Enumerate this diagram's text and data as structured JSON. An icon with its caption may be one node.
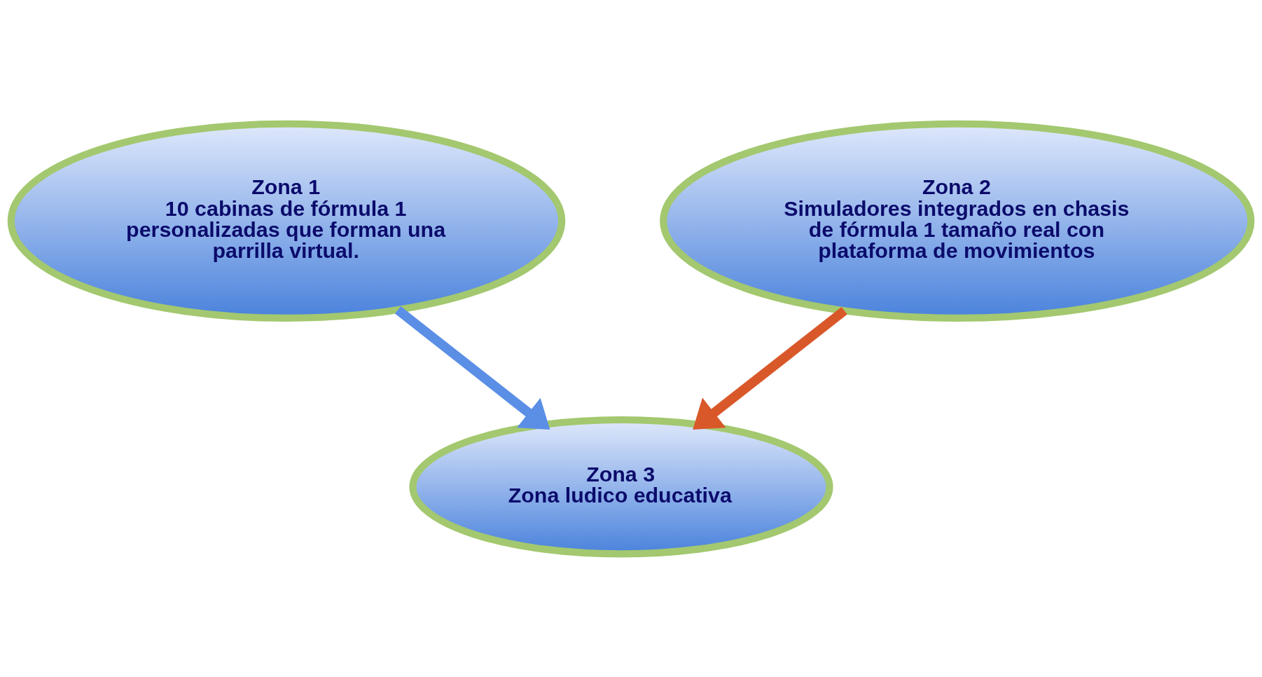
{
  "diagram": {
    "nodes": [
      {
        "text": [
          "Zona 1",
          "10 cabinas de fórmula 1 personalizadas que forman una parrilla virtual."
        ]
      },
      {
        "text": [
          "Zona 2",
          "Simuladores integrados en chasis de fórmula 1 tamaño real con plataforma de movimientos"
        ]
      },
      {
        "text": [
          "Zona 3",
          "Zona ludico educativa"
        ]
      }
    ],
    "edges": [
      {
        "from": 0,
        "to": 2,
        "arrow": "to",
        "color": "#5b8fe6"
      },
      {
        "from": 1,
        "to": 2,
        "arrow": "to",
        "color": "#d9582a"
      }
    ]
  }
}
